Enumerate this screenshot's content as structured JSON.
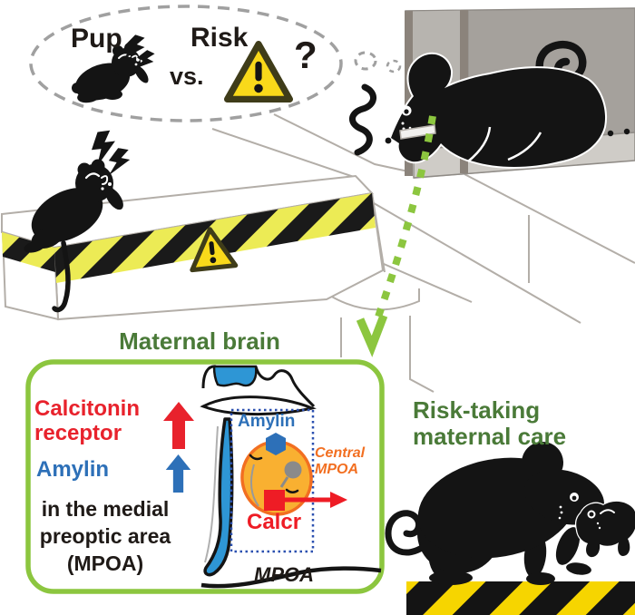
{
  "thought_bubble": {
    "pup": "Pup",
    "vs": "vs.",
    "risk": "Risk",
    "question": "?"
  },
  "panel": {
    "title": "Maternal brain",
    "calcitonin_receptor": "Calcitonin receptor",
    "amylin": "Amylin",
    "location": "in the medial preoptic area (MPOA)",
    "diagram": {
      "amylin": "Amylin",
      "central_mpoa": "Central MPOA",
      "calcr": "Calcr",
      "mpoa": "MPOA"
    }
  },
  "outcome": {
    "title": "Risk-taking maternal care"
  },
  "icons": {
    "warning": "warning-triangle-icon",
    "lightning": "distress-call-bolt-icon",
    "up_arrow": "increase-arrow-icon"
  },
  "colors": {
    "green_accent": "#8cc63f",
    "green_text": "#4a7a38",
    "red": "#e8222c",
    "bright_red": "#ee1c25",
    "blue": "#2d70b8",
    "ventricle_blue": "#2e96d5",
    "orange": "#f26f21",
    "cell_fill": "#f9b031",
    "hazard_yellow_gold": "#f6d500",
    "hazard_yellow_pale": "#eceb55",
    "wall_gray": "#a5a19c"
  }
}
